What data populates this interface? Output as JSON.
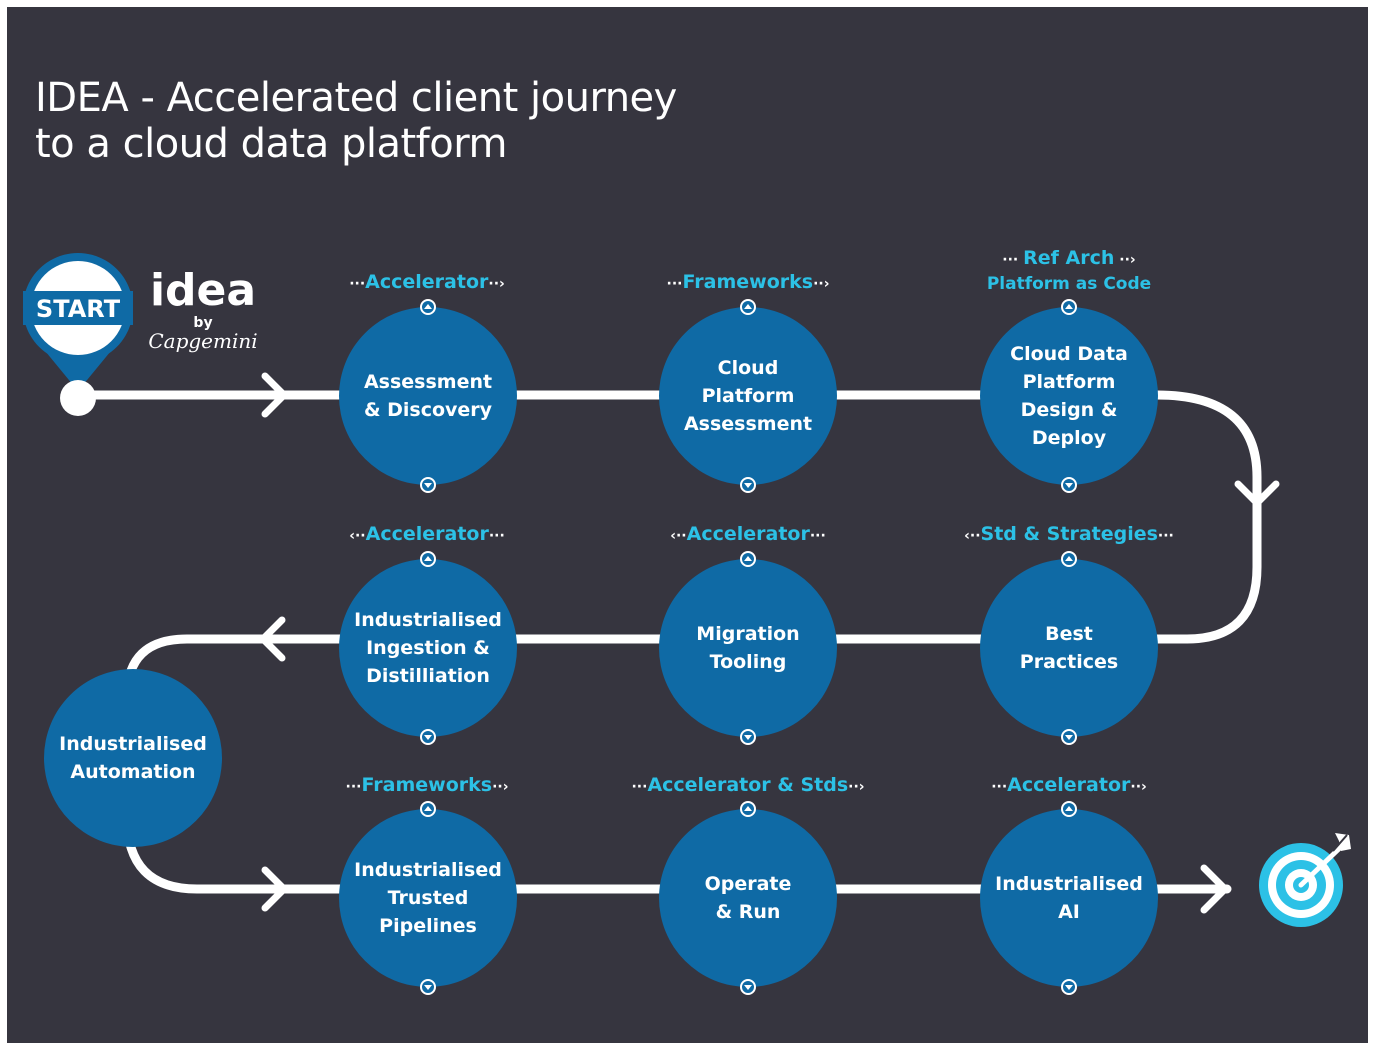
{
  "title": {
    "line1": "IDEA - Accelerated client journey",
    "line2": "to a cloud data platform"
  },
  "start": {
    "label": "START",
    "brand": "idea",
    "by": "by",
    "company": "Capgemini"
  },
  "nodes": [
    {
      "label": "Assessment\n& Discovery",
      "tag": "Accelerator"
    },
    {
      "label": "Cloud\nPlatform\nAssessment",
      "tag": "Frameworks"
    },
    {
      "label": "Cloud Data\nPlatform\nDesign &\nDeploy",
      "tag": "Ref Arch",
      "subtag": "Platform as Code"
    },
    {
      "label": "Best\nPractices",
      "tag": "Std & Strategies"
    },
    {
      "label": "Migration\nTooling",
      "tag": "Accelerator"
    },
    {
      "label": "Industrialised\nIngestion &\nDistilliation",
      "tag": "Accelerator"
    },
    {
      "label": "Industrialised\nAutomation"
    },
    {
      "label": "Industrialised\nTrusted\nPipelines",
      "tag": "Frameworks"
    },
    {
      "label": "Operate\n& Run",
      "tag": "Accelerator & Stds"
    },
    {
      "label": "Industrialised\nAI",
      "tag": "Accelerator"
    }
  ],
  "colors": {
    "background": "#36353f",
    "node": "#0f6aa5",
    "tag_text": "#2cc1e6",
    "path": "#ffffff",
    "target": "#2cc1e6"
  },
  "icons": [
    "map-pin-icon",
    "chevron-up-icon",
    "chevron-down-icon",
    "arrow-chevron-icon",
    "target-icon"
  ]
}
